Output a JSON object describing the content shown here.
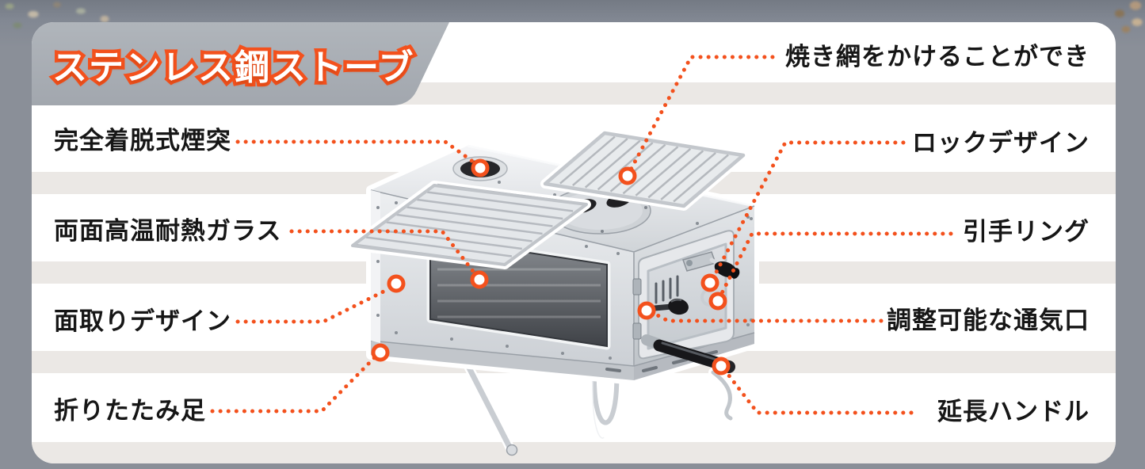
{
  "page": {
    "title": "ステンレス鋼ストーブ"
  },
  "callouts": {
    "left": [
      {
        "label": "完全着脱式煙突",
        "target": "chimney-port"
      },
      {
        "label": "両面高温耐熱ガラス",
        "target": "glass-window"
      },
      {
        "label": "面取りデザイン",
        "target": "chamfered-corner"
      },
      {
        "label": "折りたたみ足",
        "target": "folding-leg"
      }
    ],
    "right": [
      {
        "label": "焼き網をかけることができ",
        "target": "grill-grate"
      },
      {
        "label": "ロックデザイン",
        "target": "door-latch"
      },
      {
        "label": "引手リング",
        "target": "pull-ring"
      },
      {
        "label": "調整可能な通気口",
        "target": "adjustable-vent"
      },
      {
        "label": "延長ハンドル",
        "target": "extension-handle"
      }
    ]
  },
  "illustration": {
    "subject": "stainless-steel-camping-stove",
    "marker_count": 9
  },
  "colors": {
    "accent_orange": "#F3511D",
    "banner_gray": "#A9AEB4",
    "background_gray": "#8A8F98",
    "stripe_gray": "#EBE8E5",
    "card_white": "#FFFFFF",
    "label_text": "#161616"
  }
}
